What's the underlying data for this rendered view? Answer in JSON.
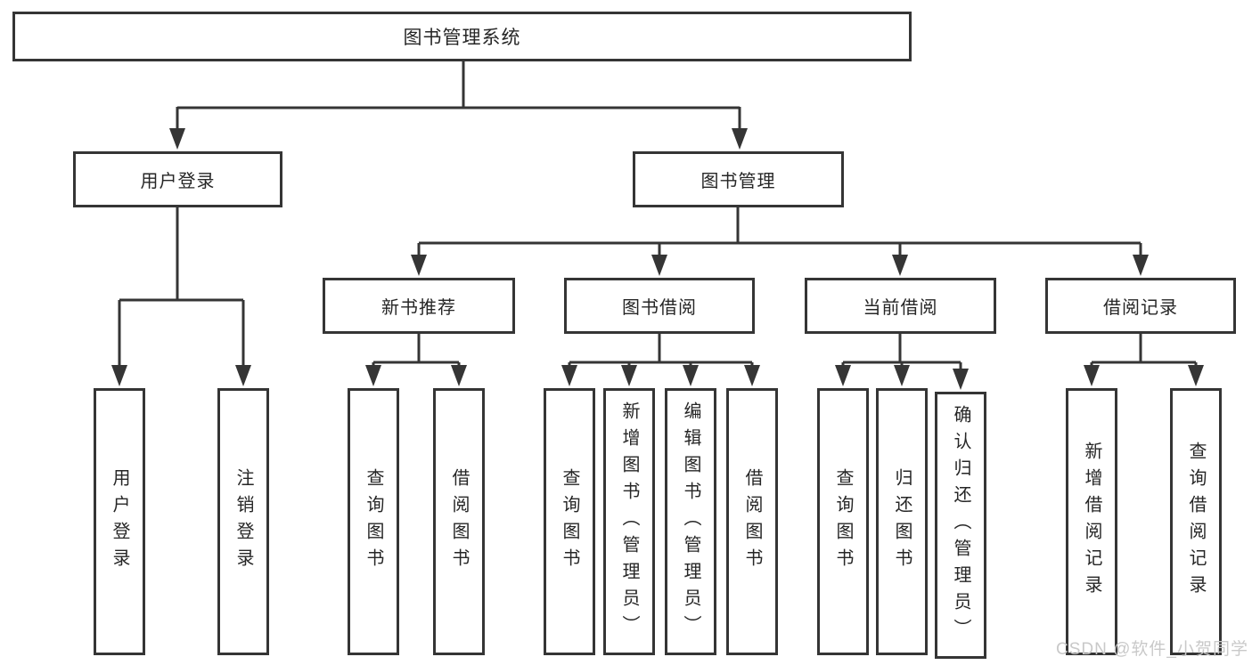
{
  "diagram": {
    "root": "图书管理系统",
    "branches": [
      {
        "label": "用户登录",
        "children": [
          "用户登录",
          "注销登录"
        ]
      },
      {
        "label": "图书管理",
        "sections": [
          {
            "label": "新书推荐",
            "children": [
              "查询图书",
              "借阅图书"
            ]
          },
          {
            "label": "图书借阅",
            "children": [
              "查询图书",
              "新增图书（管理员）",
              "编辑图书（管理员）",
              "借阅图书"
            ]
          },
          {
            "label": "当前借阅",
            "children": [
              "查询图书",
              "归还图书",
              "确认归还（管理员）"
            ]
          },
          {
            "label": "借阅记录",
            "children": [
              "新增借阅记录",
              "查询借阅记录"
            ]
          }
        ]
      }
    ]
  },
  "colors": {
    "line": "#353535",
    "text": "#262626",
    "watermark": "#c9c9c9"
  },
  "watermark": {
    "text": "CSDN @软件_小贺同学"
  }
}
